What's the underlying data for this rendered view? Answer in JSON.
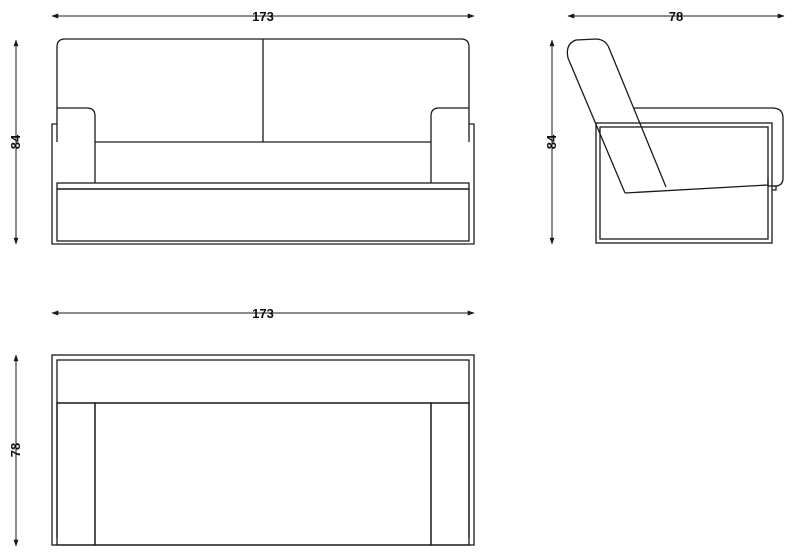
{
  "dimensions": {
    "front_width": "173",
    "front_height": "84",
    "side_depth": "78",
    "side_height": "84",
    "top_width": "173",
    "top_depth": "78"
  }
}
